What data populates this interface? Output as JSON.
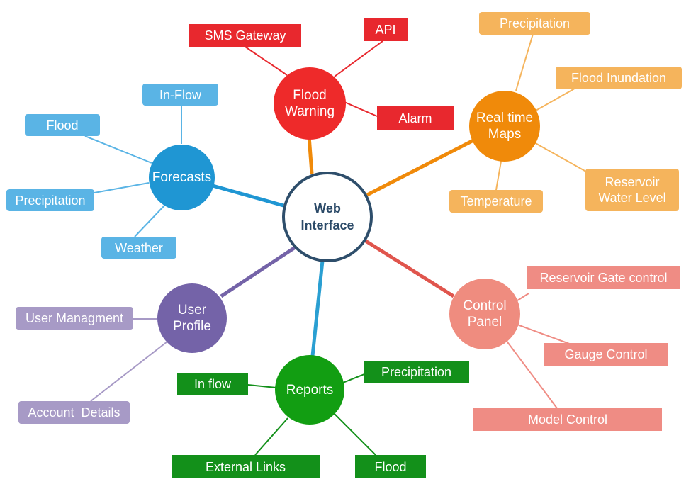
{
  "colors": {
    "center_border": "#2e4e6b",
    "forecasts": "#1f96d3",
    "forecasts_leaf": "#5ab4e5",
    "flood_warning": "#ee2a2a",
    "flood_warning_leaf": "#e8282e",
    "real_time_maps": "#f08a0a",
    "real_time_maps_leaf": "#f5b45c",
    "control_panel": "#ef8c7f",
    "control_panel_leaf": "#ef8c84",
    "reports": "#129e12",
    "reports_leaf": "#13901a",
    "user_profile": "#7463a8",
    "user_profile_leaf": "#a79ac6"
  },
  "center": {
    "label_line1": "Web",
    "label_line2": "Interface"
  },
  "hubs": {
    "forecasts": {
      "label": "Forecasts",
      "leaves": {
        "inflow": "In-Flow",
        "flood": "Flood",
        "precipitation": "Precipitation",
        "weather": "Weather"
      }
    },
    "flood_warning": {
      "label_line1": "Flood",
      "label_line2": "Warning",
      "leaves": {
        "sms_gateway": "SMS Gateway",
        "api": "API",
        "alarm": "Alarm"
      }
    },
    "real_time_maps": {
      "label_line1": "Real time",
      "label_line2": "Maps",
      "leaves": {
        "precipitation": "Precipitation",
        "flood_inundation": "Flood Inundation",
        "reservoir_water_level_line1": "Reservoir",
        "reservoir_water_level_line2": "Water Level",
        "temperature": "Temperature"
      }
    },
    "control_panel": {
      "label_line1": "Control",
      "label_line2": "Panel",
      "leaves": {
        "reservoir_gate_control": "Reservoir Gate control",
        "gauge_control": "Gauge Control",
        "model_control": "Model Control"
      }
    },
    "reports": {
      "label": "Reports",
      "leaves": {
        "in_flow": "In flow",
        "precipitation": "Precipitation",
        "external_links": "External Links",
        "flood": "Flood"
      }
    },
    "user_profile": {
      "label_line1": "User",
      "label_line2": "Profile",
      "leaves": {
        "user_managment": "User Managment",
        "account_details": "Account  Details"
      }
    }
  }
}
